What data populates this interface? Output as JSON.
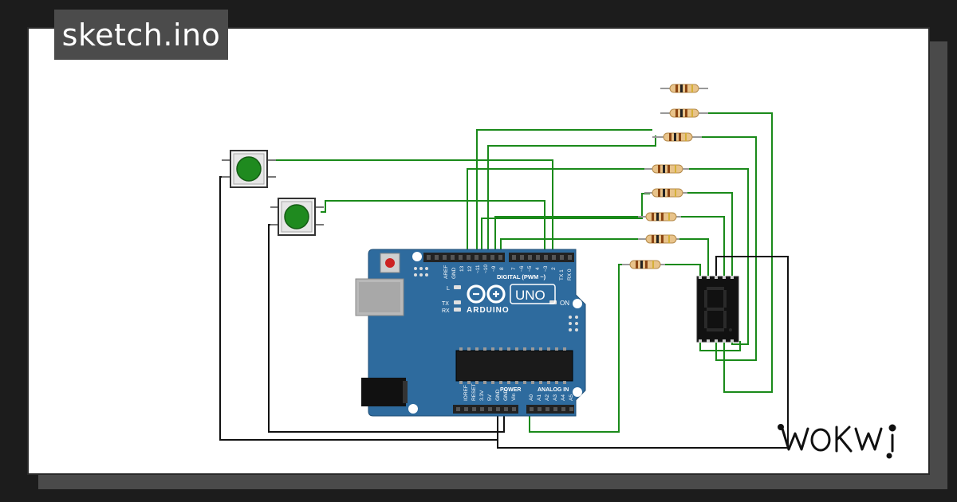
{
  "project": {
    "filename": "sketch.ino"
  },
  "brand": {
    "name": "WOKWI"
  },
  "board": {
    "name": "ARDUINO",
    "model": "UNO",
    "on_label": "ON",
    "header_digital": "DIGITAL (PWM ~)",
    "header_analog": "ANALOG IN",
    "header_power": "POWER",
    "aref": "AREF",
    "gnd": "GND",
    "pins_digital": [
      "13",
      "12",
      "~11",
      "~10",
      "~9",
      "8",
      "7",
      "~6",
      "~5",
      "4",
      "~3",
      "2",
      "TX 1",
      "RX 0"
    ],
    "pins_power": [
      "IOREF",
      "RESET",
      "3.3V",
      "5V",
      "GND",
      "GND",
      "Vin"
    ],
    "pins_analog": [
      "A0",
      "A1",
      "A2",
      "A3",
      "A4",
      "A5"
    ],
    "led_l": "L",
    "led_tx": "TX",
    "led_rx": "RX"
  },
  "display": {
    "digit": "8"
  },
  "colors": {
    "wire_signal": "#1a8a1a",
    "wire_ground": "#111111",
    "board": "#2e6b9e",
    "button": "#1f8a1f"
  }
}
